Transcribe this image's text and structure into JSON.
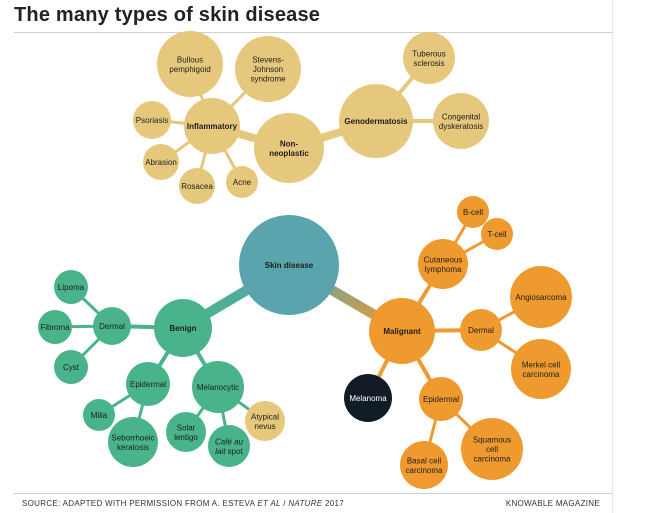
{
  "title": "The many types of skin disease",
  "footer": {
    "source_prefix": "SOURCE: ADAPTED WITH PERMISSION FROM A. ESTEVA ",
    "source_italic": "ET AL",
    "source_middle": " / ",
    "source_journal": "NATURE",
    "source_year": " 2017",
    "brand": "KNOWABLE MAGAZINE"
  },
  "colors": {
    "center": "#5aa5ad",
    "nonneoplastic": "#e6c87d",
    "benign": "#49b48a",
    "malignant": "#ee9a2f",
    "melanoma": "#111c26"
  },
  "nodes": {
    "center": [
      "Skin disease"
    ],
    "nonneoplastic": [
      "Non-",
      "neoplastic"
    ],
    "inflammatory": [
      "Inflammatory"
    ],
    "bullous": [
      "Bullous",
      "pemphigoid"
    ],
    "stevens": [
      "Stevens-",
      "Johnson",
      "syndrome"
    ],
    "psoriasis": [
      "Psoriasis"
    ],
    "abrasion": [
      "Abrasion"
    ],
    "rosacea": [
      "Rosacea"
    ],
    "acne": [
      "Acne"
    ],
    "genodermatosis": [
      "Genodermatosis"
    ],
    "tuberous": [
      "Tuberous",
      "sclerosis"
    ],
    "congenital": [
      "Congenital",
      "dyskeratosis"
    ],
    "benign": [
      "Benign"
    ],
    "dermal_b": [
      "Dermal"
    ],
    "lipoma": [
      "Lipoma"
    ],
    "fibroma": [
      "Fibroma"
    ],
    "cyst": [
      "Cyst"
    ],
    "epidermal_b": [
      "Epidermal"
    ],
    "milia": [
      "Milia"
    ],
    "seborrhoeic": [
      "Seborrhoeic",
      "keratosis"
    ],
    "melanocytic": [
      "Melanocytic"
    ],
    "solar": [
      "Solar",
      "lentigo"
    ],
    "cafe": [
      "Café au",
      "lait spot"
    ],
    "atypical": [
      "Atypical",
      "nevus"
    ],
    "malignant": [
      "Malignant"
    ],
    "cutaneous": [
      "Cutaneous",
      "lymphoma"
    ],
    "bcell": [
      "B-cell"
    ],
    "tcell": [
      "T-cell"
    ],
    "dermal_m": [
      "Dermal"
    ],
    "angiosarcoma": [
      "Angiosarcoma"
    ],
    "merkel": [
      "Merkel cell",
      "carcinoma"
    ],
    "epidermal_m": [
      "Epidermal"
    ],
    "melanoma": [
      "Melanoma"
    ],
    "basal": [
      "Basal cell",
      "carcinoma"
    ],
    "squamous": [
      "Squamous",
      "cell",
      "carcinoma"
    ]
  }
}
